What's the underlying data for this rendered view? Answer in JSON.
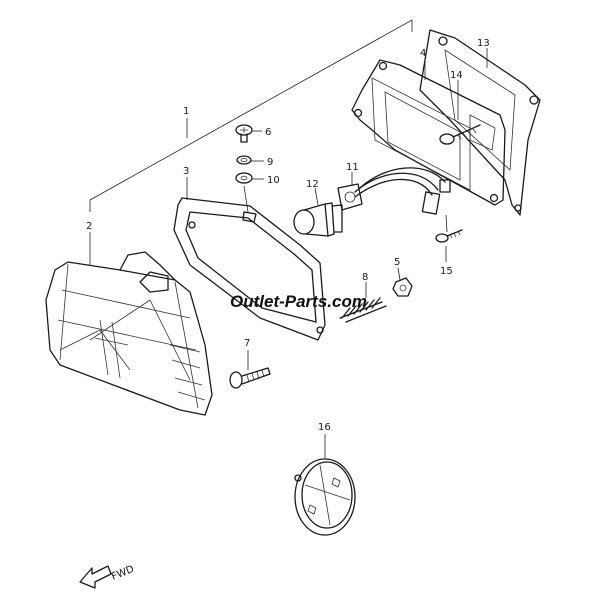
{
  "watermark": "Outlet-Parts.com",
  "direction_label": "FWD",
  "callouts": {
    "c1": "1",
    "c2": "2",
    "c3": "3",
    "c4": "4",
    "c5": "5",
    "c6": "6",
    "c7": "7",
    "c8": "8",
    "c9": "9",
    "c10": "10",
    "c11": "11",
    "c12": "12",
    "c13": "13",
    "c14": "14",
    "c15": "15",
    "c16": "16"
  },
  "colors": {
    "ink": "#1a1a1a",
    "background": "#ffffff"
  }
}
